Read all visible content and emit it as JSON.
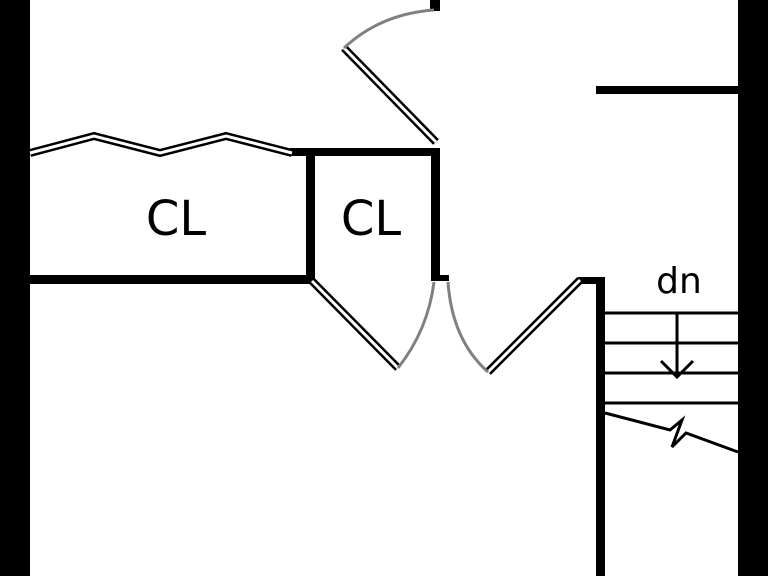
{
  "labels": {
    "closet_left": "CL",
    "closet_right": "CL",
    "stair_direction": "dn"
  },
  "colors": {
    "wall": "#000000",
    "background": "#ffffff",
    "door_swing": "#808080"
  }
}
